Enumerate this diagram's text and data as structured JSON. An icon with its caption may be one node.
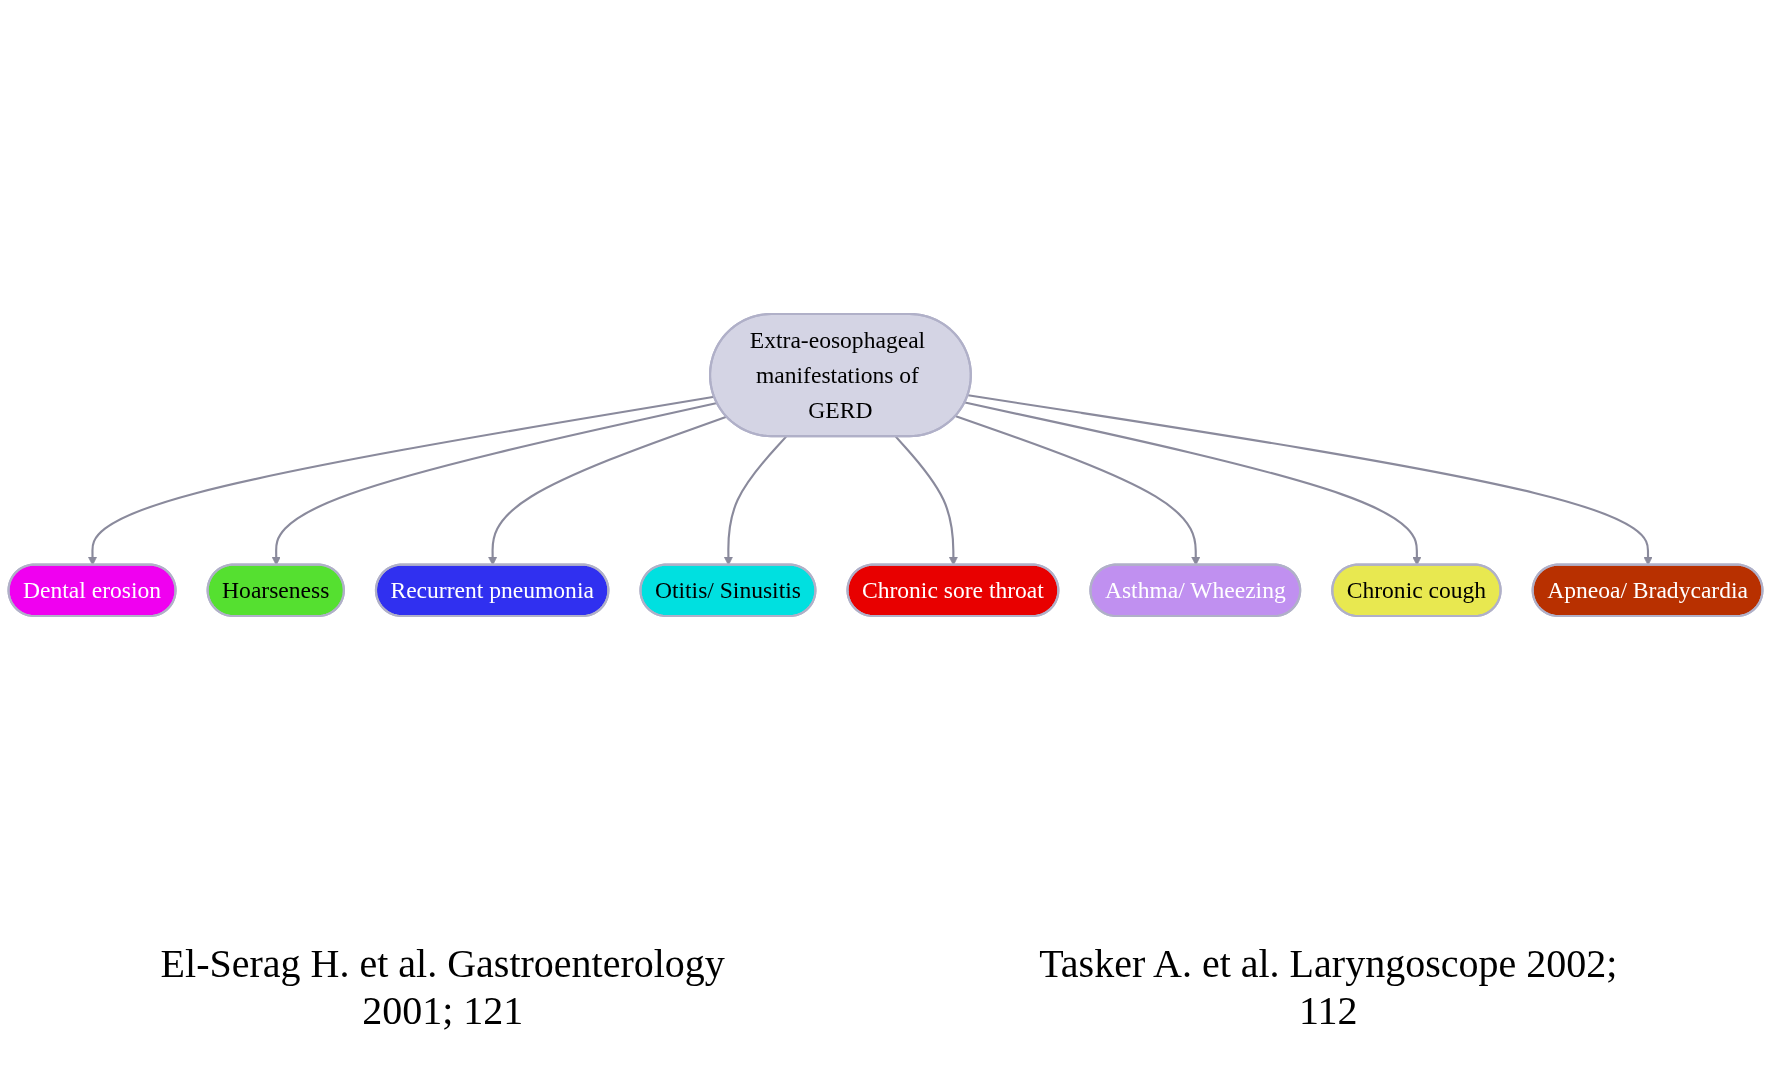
{
  "diagram": {
    "nodes": [
      {
        "text": [
          "Dental erosion"
        ]
      },
      {
        "text": [
          "Hoarseness"
        ]
      },
      {
        "text": [
          "Recurrent pneumonia"
        ]
      },
      {
        "text": [
          "Extra-eosophageal manifestations of GERD"
        ]
      },
      {
        "text": [
          "Otitis/ Sinusitis"
        ]
      },
      {
        "text": [
          "Chronic sore throat"
        ]
      },
      {
        "text": [
          "Asthma/ Wheezing"
        ]
      },
      {
        "text": [
          "Chronic cough"
        ]
      },
      {
        "text": [
          "Apneoa/ Bradycardia"
        ]
      }
    ],
    "edges": [
      {
        "from": 3,
        "to": 0,
        "arrow": "to"
      },
      {
        "from": 3,
        "to": 1,
        "arrow": "to"
      },
      {
        "from": 3,
        "to": 2,
        "arrow": "to"
      },
      {
        "from": 3,
        "to": 4,
        "arrow": "to"
      },
      {
        "from": 3,
        "to": 5,
        "arrow": "to"
      },
      {
        "from": 3,
        "to": 6,
        "arrow": "to"
      },
      {
        "from": 3,
        "to": 7,
        "arrow": "to"
      },
      {
        "from": 3,
        "to": 8,
        "arrow": "to"
      }
    ],
    "labels": [
      "El-Serag H. et al. Gastroenterology 2001; 121",
      "Tasker A. et al. Laryngoscope 2002; 112"
    ]
  }
}
